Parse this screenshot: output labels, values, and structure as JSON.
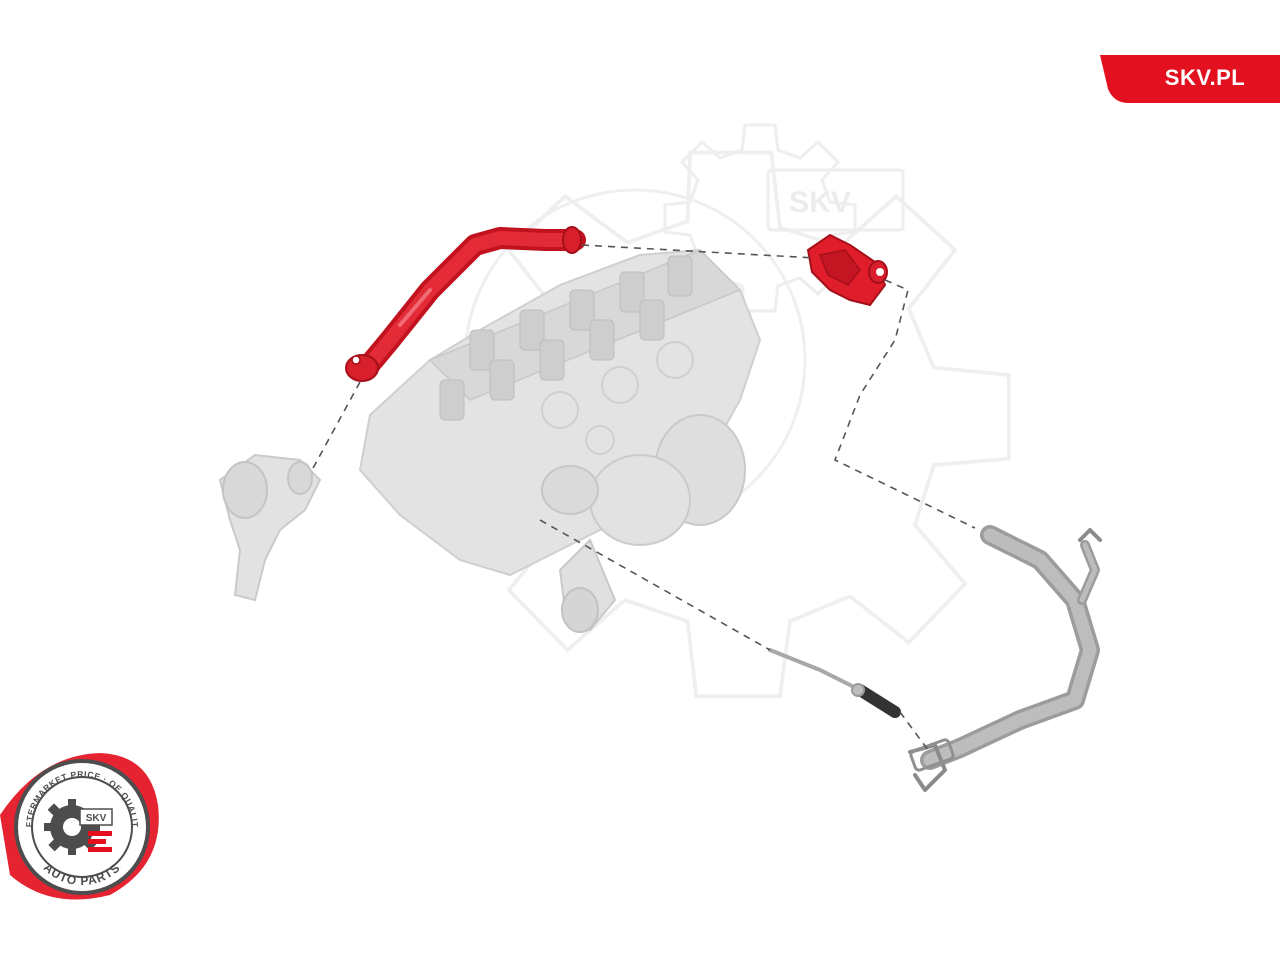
{
  "brand": {
    "name": "SKV.PL",
    "tab_color": "#e3101f"
  },
  "watermark": {
    "text": "SKV",
    "color": "#ececec"
  },
  "seal": {
    "ring_text_top": "AFTERMARKET PRICE · OE QUALITY",
    "ring_text_bottom": "AUTO PARTS",
    "center_text": "SKV",
    "outer_color": "#e3101f",
    "inner_color": "#5a5a5a"
  },
  "parts": {
    "highlight_color": "#e01e2b",
    "context_color": "#d9d9d9",
    "pipe_color": "#a9a9a9"
  }
}
